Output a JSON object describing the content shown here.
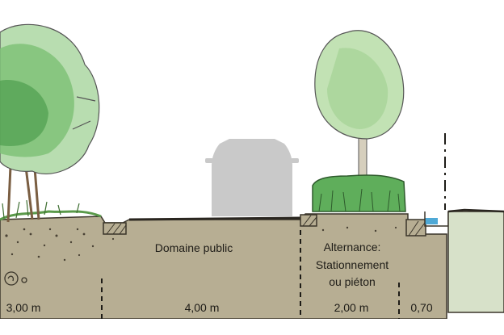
{
  "zones": {
    "public_domain": "Domaine public",
    "alternance_line1": "Alternance:",
    "alternance_line2": "Stationnement",
    "alternance_line3": "ou piéton"
  },
  "dimensions": {
    "left": "3,00 m",
    "road": "4,00 m",
    "parking": "2,00 m",
    "gutter": "0,70"
  },
  "colors": {
    "ground": "#b7ae93",
    "ground_dark": "#a69d82",
    "foliage_light": "#b8ddb0",
    "foliage": "#7fc278",
    "foliage_dark": "#4f9e4e",
    "hedge": "#5fae5b",
    "car": "#c9c9c9",
    "water": "#4fa9d6",
    "right_parcel": "#d7e1c9"
  }
}
